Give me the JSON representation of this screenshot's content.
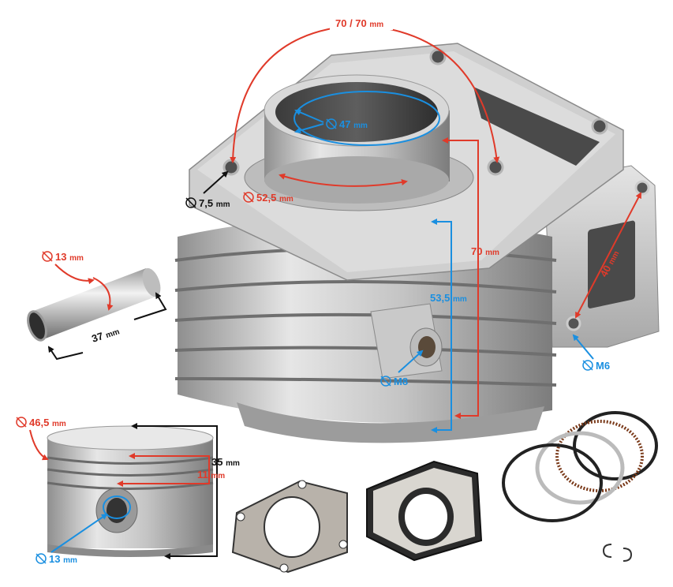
{
  "colors": {
    "red": "#e03a2a",
    "blue": "#1a8fe0",
    "black": "#111111",
    "metal_light": "#d9d9d9",
    "metal_dark": "#8c8c8c"
  },
  "icons": {
    "diameter": "diameter-icon"
  },
  "labels": {
    "bolt_spacing": {
      "value": "70 / 70",
      "unit": "mm"
    },
    "bore": {
      "value": "47",
      "unit": "mm"
    },
    "bolt_hole": {
      "value": "7,5",
      "unit": "mm"
    },
    "spigot": {
      "value": "52,5",
      "unit": "mm"
    },
    "cylinder_height": {
      "value": "70",
      "unit": "mm"
    },
    "port_height": {
      "value": "53,5",
      "unit": "mm"
    },
    "exhaust_spacing": {
      "value": "40",
      "unit": "mm"
    },
    "exhaust_thread": {
      "value": "M6"
    },
    "side_thread": {
      "value": "M8"
    },
    "pin_diameter": {
      "value": "13",
      "unit": "mm"
    },
    "pin_length": {
      "value": "37",
      "unit": "mm"
    },
    "piston_diameter": {
      "value": "46,5",
      "unit": "mm"
    },
    "piston_height": {
      "value": "35",
      "unit": "mm"
    },
    "ring_zone": {
      "value": "11",
      "unit": "mm"
    },
    "piston_pin_bore": {
      "value": "13",
      "unit": "mm"
    }
  }
}
